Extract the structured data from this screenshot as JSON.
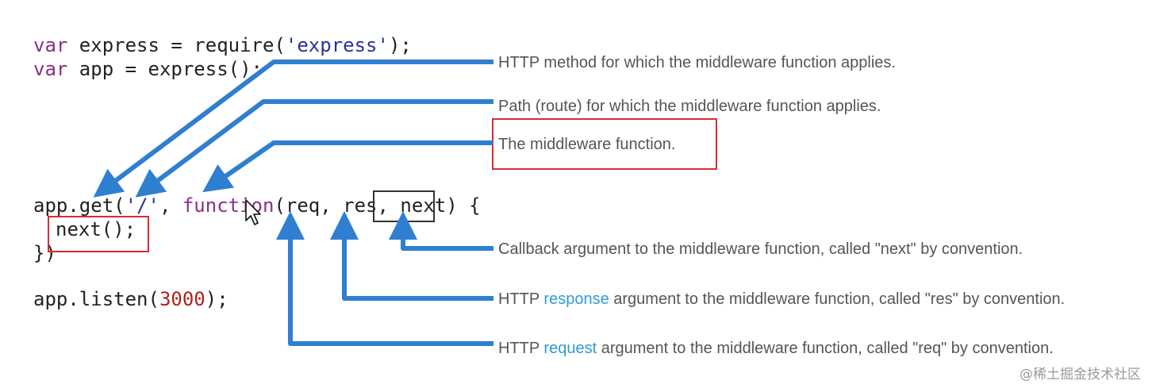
{
  "code": {
    "line1": {
      "kw": "var",
      "rest_a": " express = require(",
      "str": "'express'",
      "rest_b": ");"
    },
    "line2": {
      "kw": "var",
      "rest": " app = express();"
    },
    "line3": {
      "a": "app.get(",
      "path": "'/'",
      "b": ", ",
      "kw": "function",
      "c": "(req, res, ",
      "next": "next",
      "d": ") {"
    },
    "line4": "next();",
    "line5": "})",
    "line6": {
      "a": "app.listen(",
      "num": "3000",
      "b": ");"
    }
  },
  "annotations": {
    "method": "HTTP method for which the middleware function applies.",
    "path": "Path (route) for which the middleware function applies.",
    "function": "The middleware function.",
    "next": "Callback argument to the middleware function, called \"next\" by convention.",
    "response": {
      "pre": "HTTP ",
      "link": "response",
      "post": " argument to the middleware function, called \"res\" by convention."
    },
    "request": {
      "pre": "HTTP ",
      "link": "request",
      "post": " argument to the middleware function, called \"req\" by convention."
    }
  },
  "watermark": "@稀土掘金技术社区",
  "colors": {
    "arrow": "#2f7fd1",
    "highlight_box": "#dd2b2b",
    "link": "#2f9ad6"
  }
}
